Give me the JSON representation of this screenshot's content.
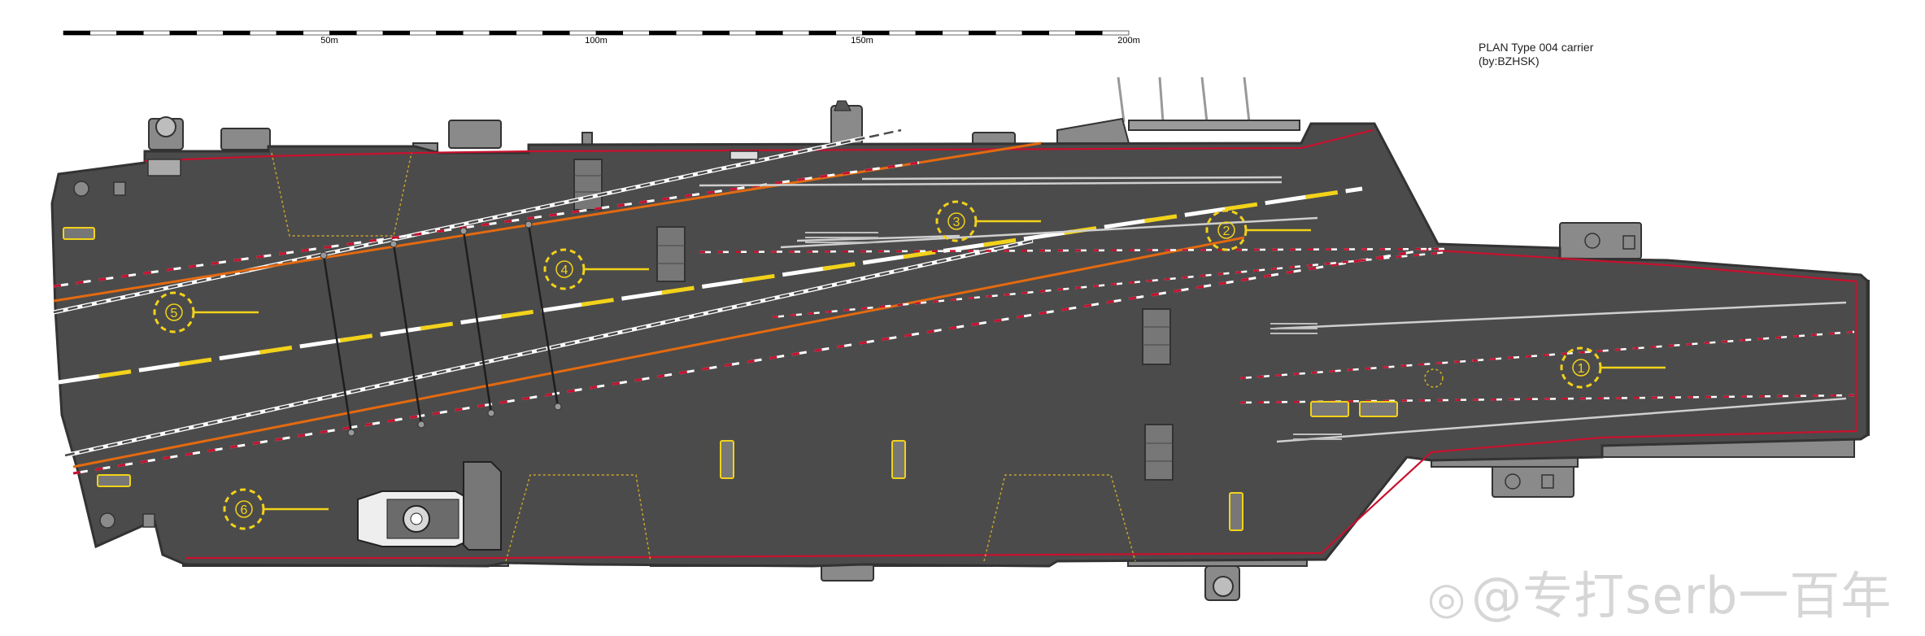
{
  "title": "PLAN  Type 004 carrier",
  "credit": "(by:BZHSK)",
  "watermark": "@专打serb一百年",
  "scale_bar": {
    "labels": [
      "50m",
      "100m",
      "150m",
      "200m"
    ]
  },
  "deck_spots": [
    "1",
    "2",
    "3",
    "4",
    "5",
    "6"
  ],
  "colors": {
    "deck": "#4b4b4b",
    "outline": "#333333",
    "edge_red": "#c8102e",
    "centerline_yellow": "#f2d21a",
    "foul_line_orange": "#e46a10",
    "marking_white": "#ffffff"
  }
}
